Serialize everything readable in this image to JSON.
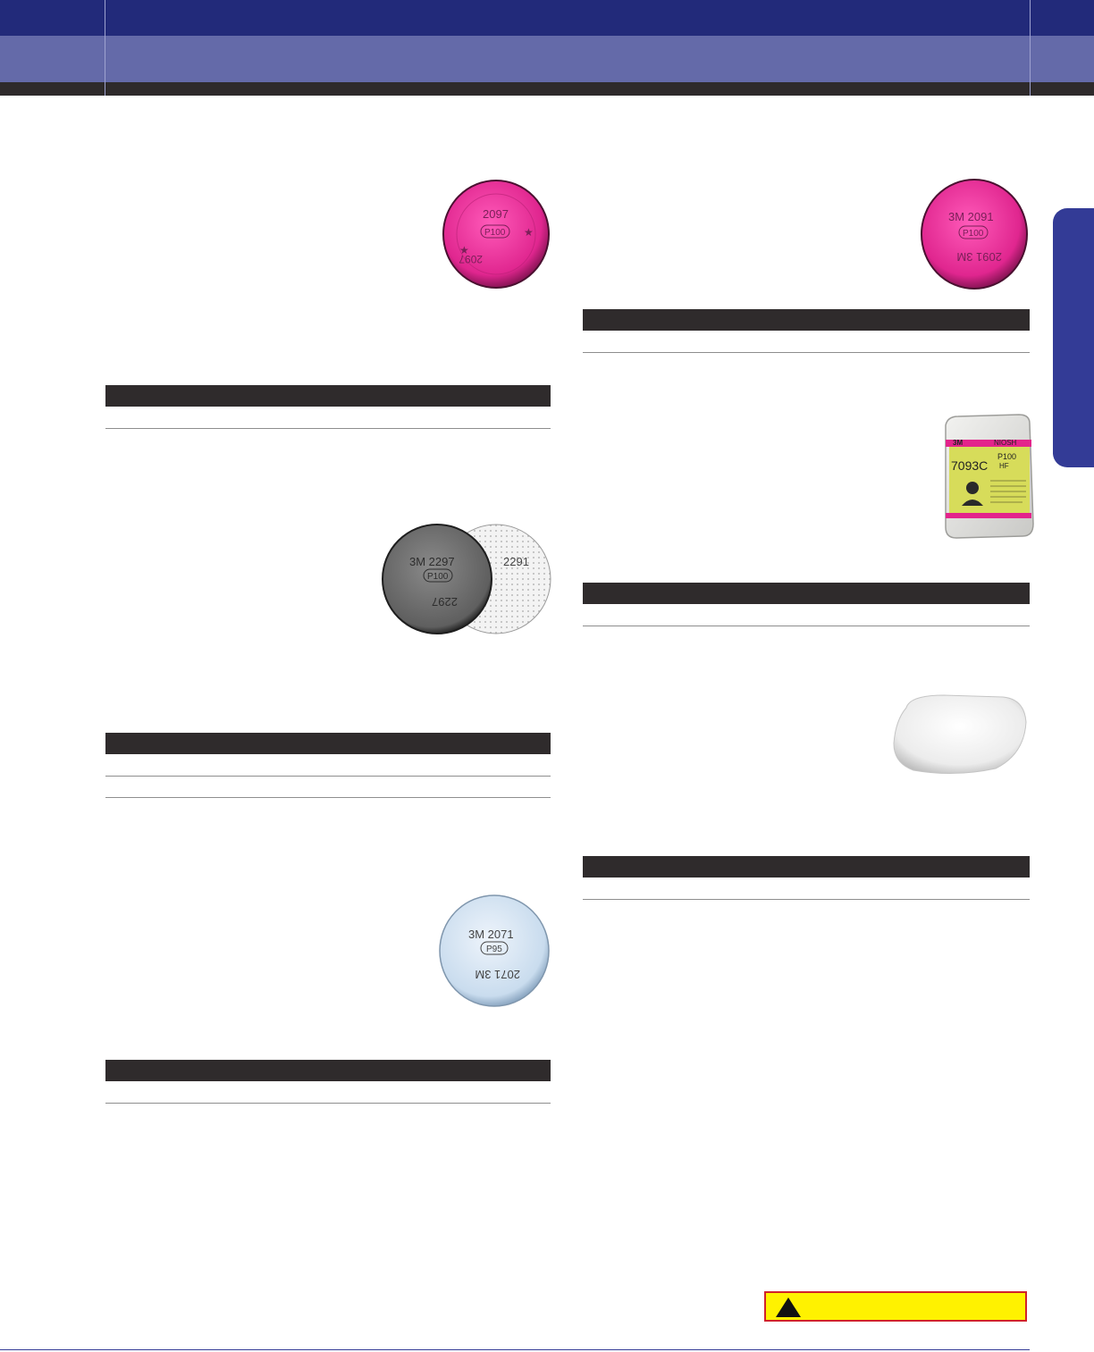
{
  "colors": {
    "header_dark": "#222a7a",
    "header_mid": "#646aa9",
    "header_band": "#2e2a2b",
    "side_tab": "#333b96",
    "section_bar": "#2f2b2c",
    "rule": "#8e8e8e",
    "warning_fill": "#fff200",
    "warning_border": "#d0232a"
  },
  "products": [
    {
      "id": "2097",
      "filter_color": "magenta",
      "text": [
        "2097",
        "P100",
        "2097"
      ]
    },
    {
      "id": "2091",
      "filter_color": "magenta",
      "text": [
        "3M 2091",
        "P100",
        "2091 3M"
      ]
    },
    {
      "id": "2297",
      "filter_color": "dark-gray-and-white",
      "text": [
        "3M 2297",
        "P100",
        "2297",
        "2291"
      ]
    },
    {
      "id": "7093C",
      "filter_color": "white-yellow-label",
      "text": [
        "3M",
        "NIOSH",
        "7093C",
        "P100",
        "HF"
      ]
    },
    {
      "id": "pre-filter",
      "filter_color": "white",
      "text": []
    },
    {
      "id": "2071",
      "filter_color": "light-blue",
      "text": [
        "3M 2071",
        "P95",
        "2071 3M"
      ]
    }
  ],
  "icons": {
    "warning": "warning-triangle-icon"
  }
}
